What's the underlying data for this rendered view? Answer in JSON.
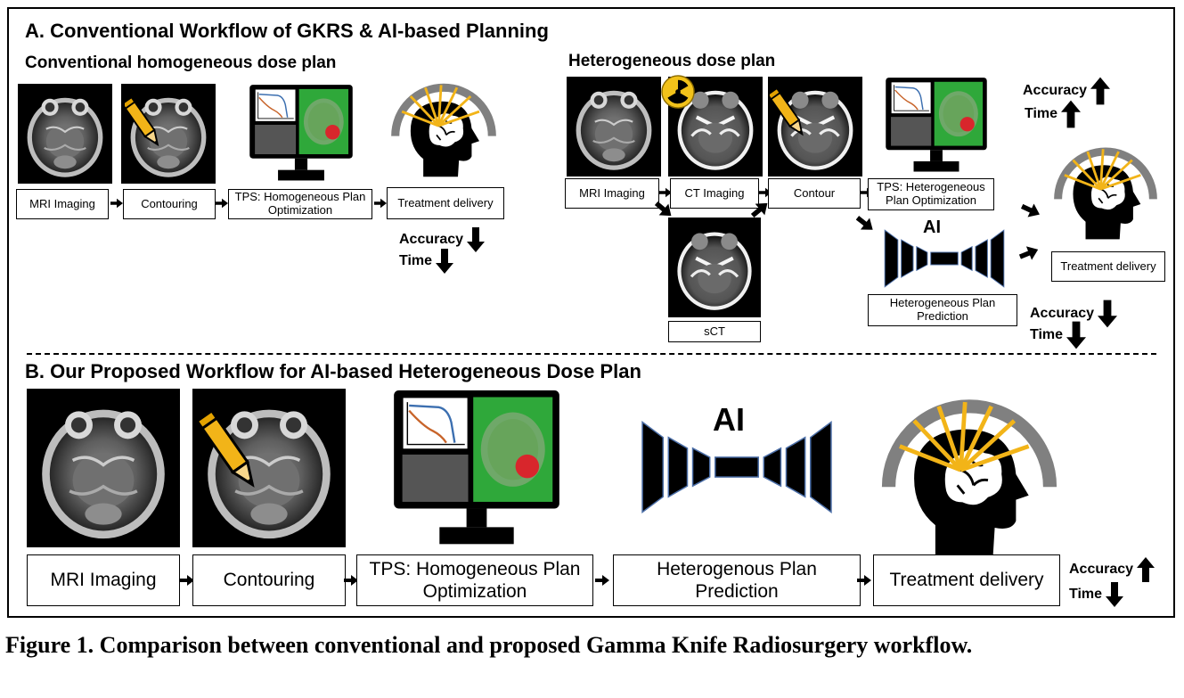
{
  "section_a_title": "A. Conventional Workflow of GKRS & AI-based Planning",
  "section_b_title": "B. Our Proposed Workflow for AI-based Heterogeneous Dose Plan",
  "conventional": {
    "title": "Conventional homogeneous dose plan",
    "steps": [
      "MRI Imaging",
      "Contouring",
      "TPS: Homogeneous Plan Optimization",
      "Treatment delivery"
    ],
    "accuracy": "Accuracy",
    "time": "Time"
  },
  "heterogeneous": {
    "title": "Heterogeneous dose plan",
    "steps": [
      "MRI Imaging",
      "CT Imaging",
      "Contour",
      "TPS: Heterogeneous Plan Optimization"
    ],
    "sct": "sCT",
    "ai_label": "AI",
    "prediction": "Heterogeneous Plan Prediction",
    "delivery": "Treatment delivery",
    "accuracy_up": "Accuracy",
    "time_up": "Time",
    "accuracy_down": "Accuracy",
    "time_down": "Time"
  },
  "proposed": {
    "steps": [
      "MRI Imaging",
      "Contouring",
      "TPS: Homogeneous Plan Optimization",
      "Heterogenous Plan Prediction",
      "Treatment delivery"
    ],
    "ai_label": "AI",
    "accuracy": "Accuracy",
    "time": "Time"
  },
  "caption": "Figure 1. Comparison between conventional and proposed Gamma Knife Radiosurgery workflow.",
  "colors": {
    "dose_green": "#2fa83a",
    "tumor_red": "#d8262c",
    "pencil_yellow": "#f2b418",
    "ai_net_blue": "#4c6fa8",
    "helmet_gray": "#808080",
    "curve_blue": "#3c6fb0",
    "curve_orange": "#c8642a"
  },
  "icons": [
    "mri-scan-icon",
    "pencil-icon",
    "monitor-dvh-icon",
    "radiation-icon",
    "ai-network-icon",
    "head-brain-icon",
    "arrow-up-icon",
    "arrow-down-icon"
  ]
}
